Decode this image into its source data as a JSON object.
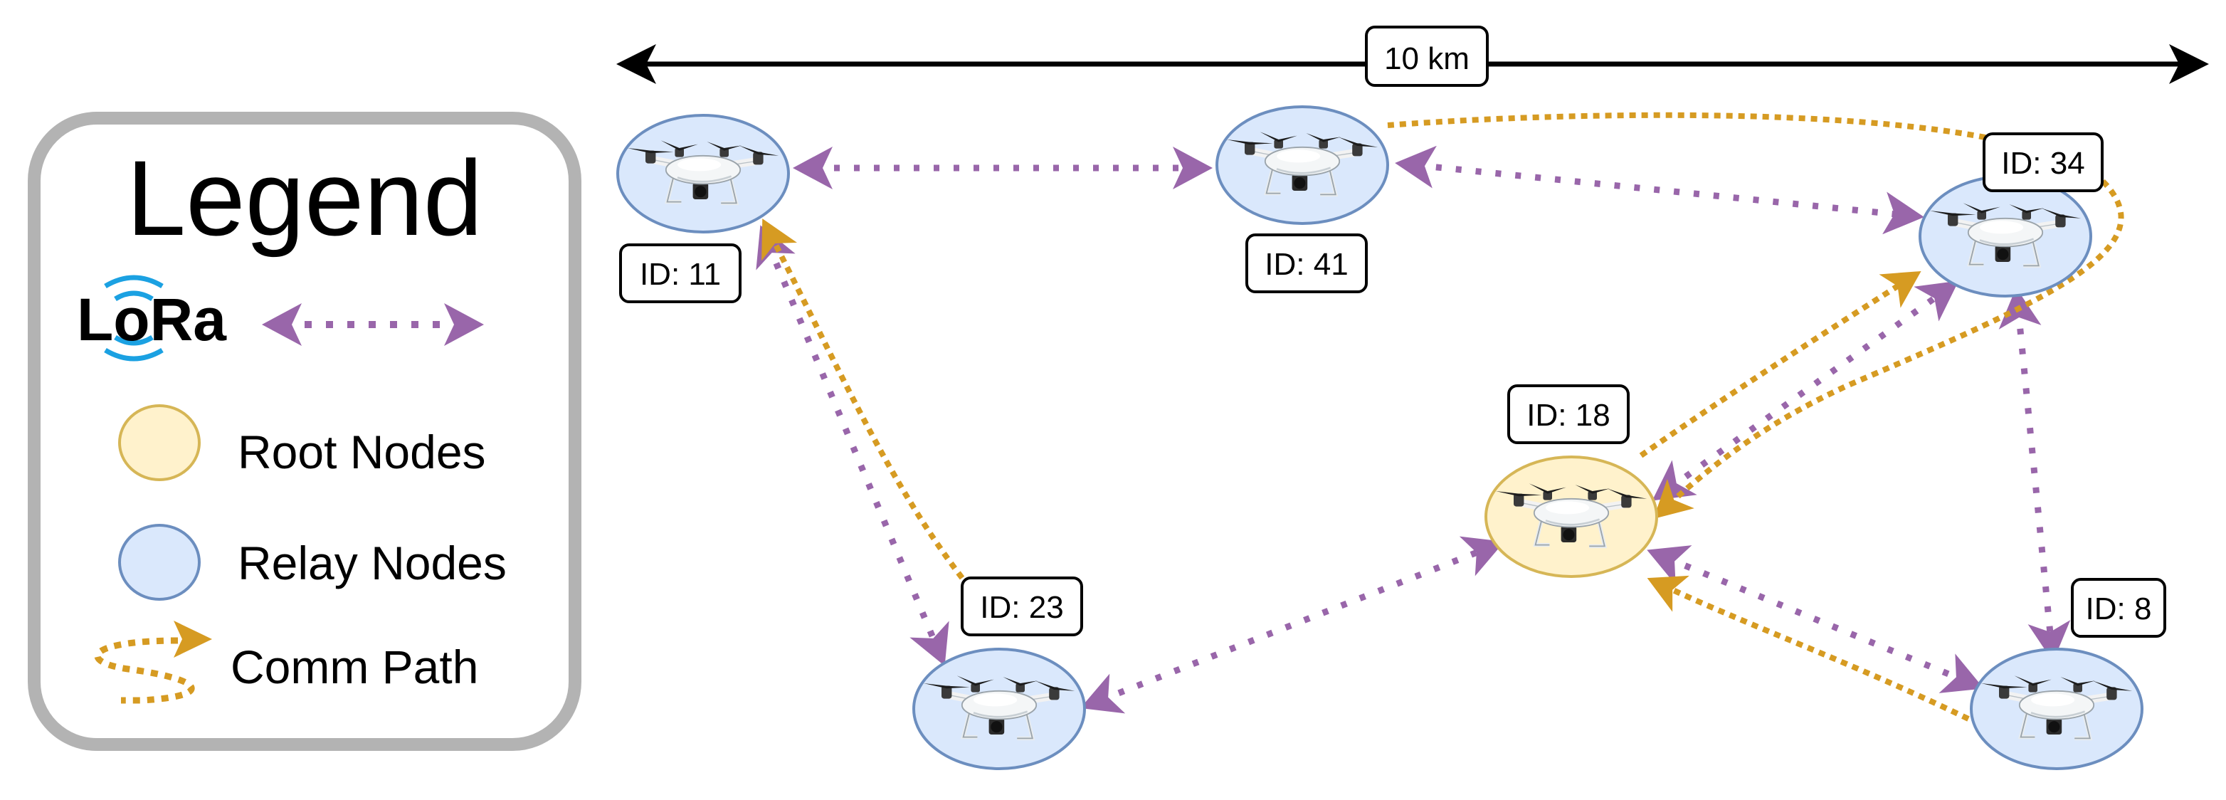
{
  "scale_bar": {
    "label": "10 km"
  },
  "legend": {
    "title": "Legend",
    "lora_label": "LoRa",
    "root_nodes_label": "Root Nodes",
    "relay_nodes_label": "Relay Nodes",
    "comm_path_label": "Comm Path"
  },
  "nodes": [
    {
      "key": "n11",
      "label": "ID: 11",
      "type": "relay"
    },
    {
      "key": "n41",
      "label": "ID: 41",
      "type": "relay"
    },
    {
      "key": "n34",
      "label": "ID: 34",
      "type": "relay"
    },
    {
      "key": "n18",
      "label": "ID: 18",
      "type": "root"
    },
    {
      "key": "n23",
      "label": "ID: 23",
      "type": "relay"
    },
    {
      "key": "n8",
      "label": "ID: 8",
      "type": "relay"
    }
  ],
  "links": {
    "lora": [
      [
        "n11",
        "n41"
      ],
      [
        "n41",
        "n34"
      ],
      [
        "n11",
        "n23"
      ],
      [
        "n23",
        "n18"
      ],
      [
        "n18",
        "n34"
      ],
      [
        "n18",
        "n8"
      ],
      [
        "n34",
        "n8"
      ]
    ],
    "comm_path": [
      [
        "n23",
        "n11"
      ],
      [
        "n41",
        "n18"
      ],
      [
        "n18",
        "n34"
      ],
      [
        "n8",
        "n18"
      ]
    ]
  },
  "colors": {
    "lora": "#9966aa",
    "comm_path": "#d69b22",
    "relay_fill": "#dae8fc",
    "relay_stroke": "#6c8ebf",
    "root_fill": "#fff2cc",
    "root_stroke": "#d6b656",
    "legend_border": "#b3b3b3",
    "lora_wave": "#1ba1e2"
  },
  "icons": {
    "node": "drone-icon",
    "legend_lora": "lora-logo"
  }
}
